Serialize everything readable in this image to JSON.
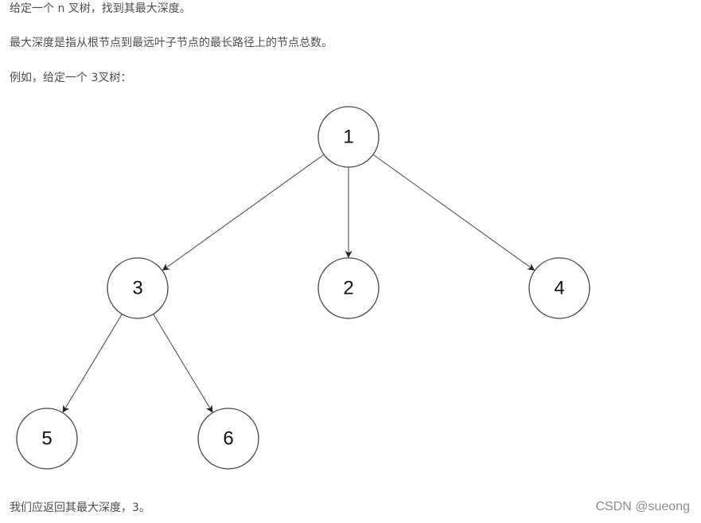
{
  "text": {
    "line1": "给定一个 n 叉树，找到其最大深度。",
    "line2": "最大深度是指从根节点到最远叶子节点的最长路径上的节点总数。",
    "line3": "例如，给定一个 3叉树：",
    "line4": "我们应返回其最大深度，3。"
  },
  "watermark": "CSDN @sueong",
  "tree": {
    "nodes": [
      {
        "id": "n1",
        "label": "1"
      },
      {
        "id": "n3",
        "label": "3"
      },
      {
        "id": "n2",
        "label": "2"
      },
      {
        "id": "n4",
        "label": "4"
      },
      {
        "id": "n5",
        "label": "5"
      },
      {
        "id": "n6",
        "label": "6"
      }
    ],
    "edges": [
      {
        "from": "n1",
        "to": "n3"
      },
      {
        "from": "n1",
        "to": "n2"
      },
      {
        "from": "n1",
        "to": "n4"
      },
      {
        "from": "n3",
        "to": "n5"
      },
      {
        "from": "n3",
        "to": "n6"
      }
    ]
  }
}
